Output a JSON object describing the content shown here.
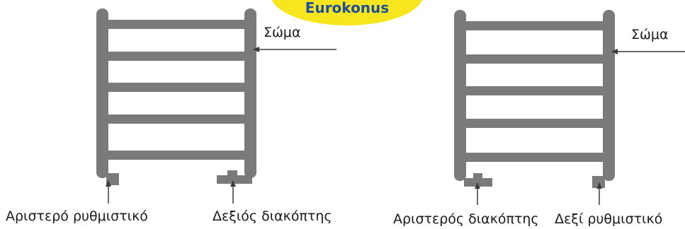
{
  "badge": {
    "text": "Eurokonus",
    "color": "#f7e51e",
    "text_color": "#1f4e9a"
  },
  "colors": {
    "radiator": "#7a7a7a",
    "arrow": "#3a3a3a",
    "text": "#1a1a1a"
  },
  "left_radiator": {
    "body_label": "Σώμα",
    "bottom_left_label": "Αριστερό ρυθμιστικό",
    "bottom_right_label": "Δεξιός διακόπτης"
  },
  "right_radiator": {
    "body_label": "Σώμα",
    "bottom_left_label": "Αριστερός διακόπτης",
    "bottom_right_label": "Δεξί ρυθμιστικό"
  }
}
